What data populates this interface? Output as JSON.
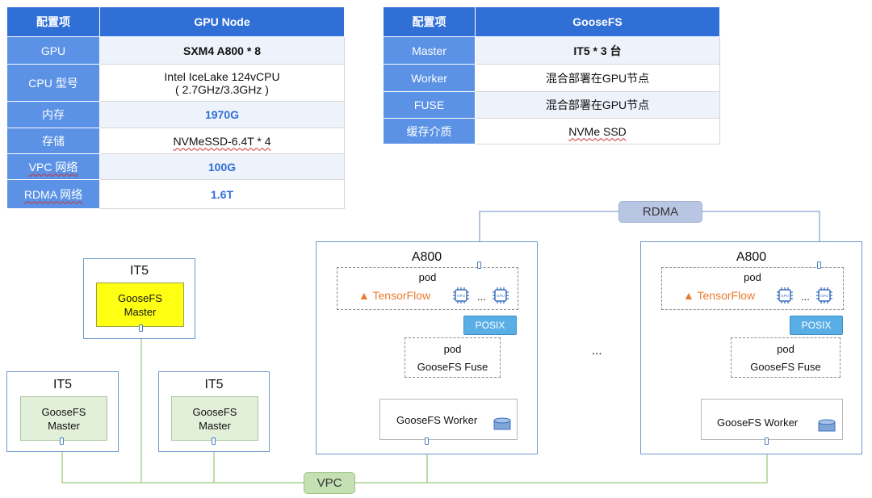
{
  "gpu_table": {
    "headers": [
      "配置项",
      "GPU Node"
    ],
    "rows": [
      {
        "key": "GPU",
        "value": "SXM4 A800 * 8"
      },
      {
        "key": "CPU 型号",
        "value_line1": "Intel IceLake 124vCPU",
        "value_line2": "( 2.7GHz/3.3GHz )"
      },
      {
        "key": "内存",
        "value": "1970G"
      },
      {
        "key": "存储",
        "value": "NVMeSSD-6.4T * 4"
      },
      {
        "key": "VPC 网络",
        "value": "100G"
      },
      {
        "key": "RDMA 网络",
        "value": "1.6T"
      }
    ]
  },
  "goosefs_table": {
    "headers": [
      "配置项",
      "GooseFS"
    ],
    "rows": [
      {
        "key": "Master",
        "value": "IT5 * 3 台"
      },
      {
        "key": "Worker",
        "value": "混合部署在GPU节点"
      },
      {
        "key": "FUSE",
        "value": "混合部署在GPU节点"
      },
      {
        "key": "缓存介质",
        "value": "NVMe SSD"
      }
    ]
  },
  "diagram": {
    "rdma_label": "RDMA",
    "vpc_label": "VPC",
    "ellipsis": "...",
    "masters": [
      {
        "host": "IT5",
        "label_line1": "GooseFS",
        "label_line2": "Master",
        "color": "#ffff14"
      },
      {
        "host": "IT5",
        "label_line1": "GooseFS",
        "label_line2": "Master",
        "color": "#e2efd9"
      },
      {
        "host": "IT5",
        "label_line1": "GooseFS",
        "label_line2": "Master",
        "color": "#e2efd9"
      }
    ],
    "gpu_nodes": [
      {
        "host": "A800",
        "pod_label": "pod",
        "tensorflow_label": "TensorFlow",
        "gpu_chip_label": "GPU",
        "chip_ellipsis": "...",
        "posix_label": "POSIX",
        "fuse_pod_label": "pod",
        "fuse_label": "GooseFS Fuse",
        "worker_label": "GooseFS Worker"
      },
      {
        "host": "A800",
        "pod_label": "pod",
        "tensorflow_label": "TensorFlow",
        "gpu_chip_label": "GPU",
        "chip_ellipsis": "...",
        "posix_label": "POSIX",
        "fuse_pod_label": "pod",
        "fuse_label": "GooseFS Fuse",
        "worker_label": "GooseFS Worker"
      }
    ]
  },
  "colors": {
    "header_blue": "#2f6fd6",
    "key_blue": "#5b92e6",
    "host_border": "#6f99cf",
    "line_green": "#a9d08e",
    "line_blue": "#9ab4dd",
    "posix": "#5aaee6"
  }
}
